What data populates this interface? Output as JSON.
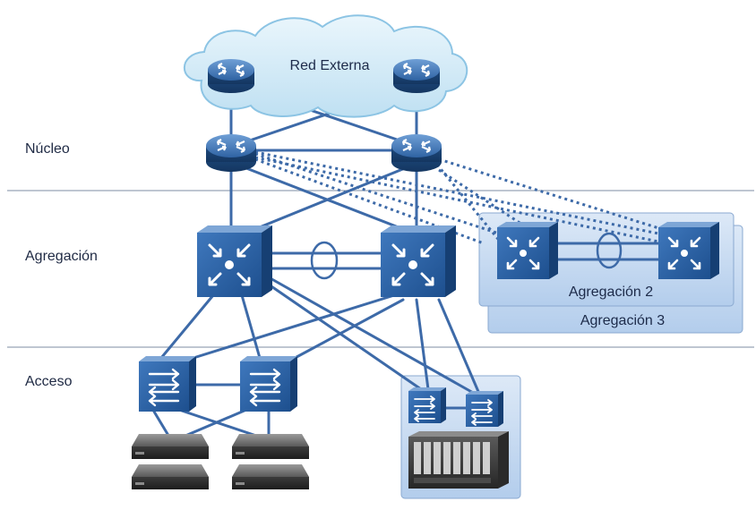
{
  "layers": {
    "core": "Núcleo",
    "aggregation": "Agregación",
    "access": "Acceso"
  },
  "cloud": {
    "label": "Red Externa"
  },
  "aggregation_groups": {
    "group2": "Agregación 2",
    "group3": "Agregación 3"
  },
  "colors": {
    "link": "#3d6aa8",
    "device_dark": "#1f4f86",
    "device_light": "#8fb3dc",
    "cloud": "#d6ecf7",
    "panel": "#c9dcf2",
    "separator": "#a9b4c2"
  }
}
